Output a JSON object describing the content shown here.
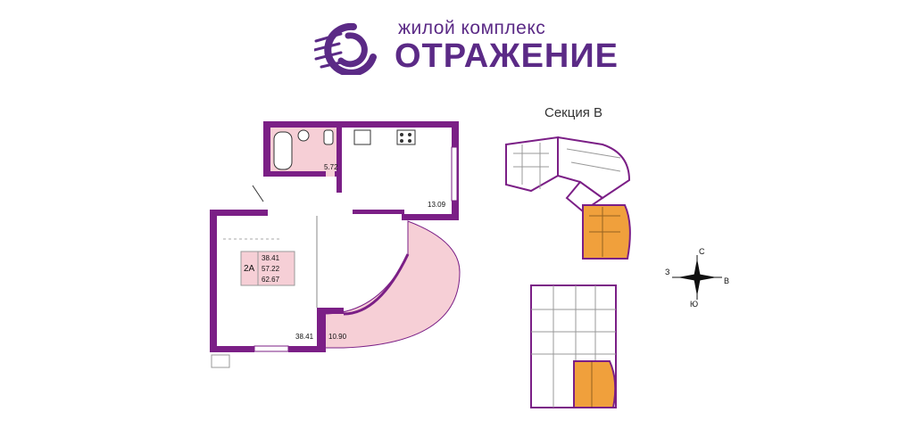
{
  "brand": {
    "subtitle": "жилой комплекс",
    "name": "ОТРАЖЕНИЕ",
    "color": "#5b2a86"
  },
  "section": {
    "title": "Секция В"
  },
  "apartment": {
    "type": "2А",
    "areas": [
      "38.41",
      "57.22",
      "62.67"
    ]
  },
  "rooms": {
    "bathroom": "5.72",
    "kitchen": "13.09",
    "living": "38.41",
    "balcony": "10.90"
  },
  "compass": {
    "north": "С",
    "south": "Ю",
    "west": "З",
    "east": "В"
  },
  "colors": {
    "wall": "#7b1f86",
    "pink": "#f6cfd6",
    "highlight": "#f0a03c"
  }
}
